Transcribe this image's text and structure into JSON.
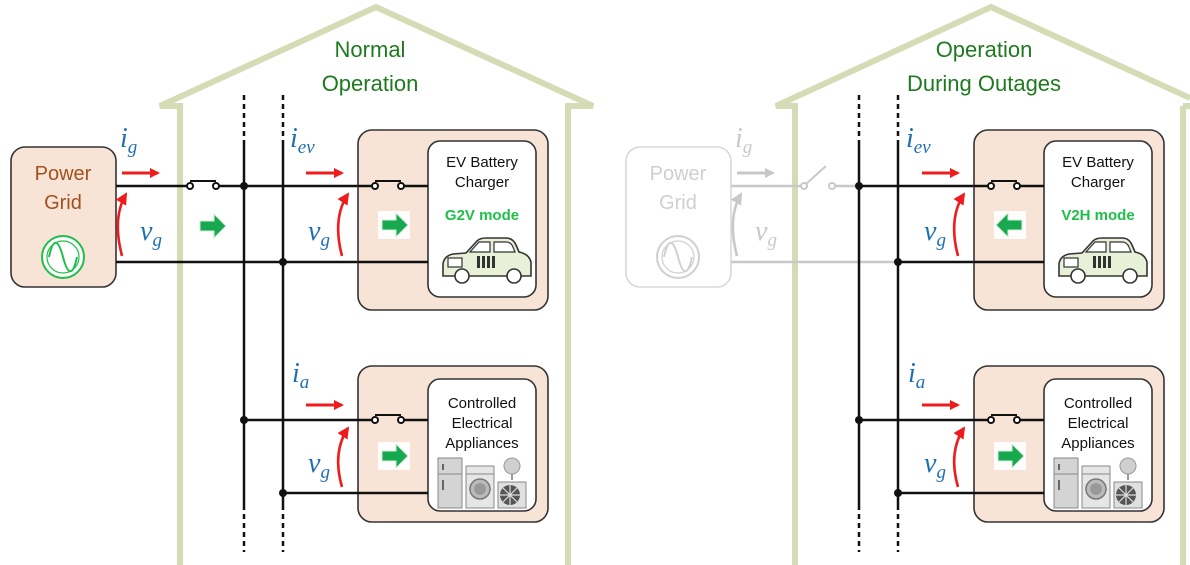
{
  "panels": {
    "left": {
      "title_line1": "Normal",
      "title_line2": "Operation",
      "grid_line1": "Power",
      "grid_line2": "Grid",
      "ev_line1": "EV Battery",
      "ev_line2": "Charger",
      "ev_mode": "G2V mode",
      "app_line1": "Controlled",
      "app_line2": "Electrical",
      "app_line3": "Appliances"
    },
    "right": {
      "title_line1": "Operation",
      "title_line2": "During Outages",
      "grid_line1": "Power",
      "grid_line2": "Grid",
      "ev_line1": "EV Battery",
      "ev_line2": "Charger",
      "ev_mode": "V2H mode",
      "app_line1": "Controlled",
      "app_line2": "Electrical",
      "app_line3": "Appliances"
    }
  },
  "symbols": {
    "i": "i",
    "v": "v",
    "g": "g",
    "ev": "ev",
    "a": "a"
  },
  "colors": {
    "house_outline": "#d3dcb4",
    "load_box": "#f8e4d6",
    "grid_text": "#a0521e",
    "title_text": "#1e7a1e",
    "current_arrow": "#ee1c1c",
    "power_arrow": "#18a850",
    "mode_text": "#1fbf4a",
    "variable_text": "#1f6fb5",
    "inactive": "#c8c8c8"
  }
}
